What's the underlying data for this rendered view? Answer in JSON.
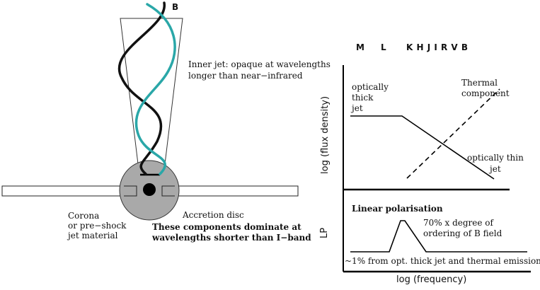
{
  "jet_label": "B",
  "inner_jet_line1": "Inner jet: opaque at wavelengths",
  "inner_jet_line2": "longer than near−infrared",
  "corona_line1": "Corona",
  "corona_line2": "or pre−shock",
  "corona_line3": "jet material",
  "accretion_disc": "Accretion disc",
  "dominate_line1": "These components dominate at",
  "dominate_line2": "wavelengths shorter than I−band",
  "bands": [
    "M",
    "L",
    "K H J I R V B"
  ],
  "optically_thick_line1": "optically",
  "optically_thick_line2": "thick",
  "optically_thick_line3": "jet",
  "thermal_line1": "Thermal",
  "thermal_line2": "component",
  "optically_thin_line1": "optically thin",
  "optically_thin_line2": "jet",
  "y_axis_flux": "log (flux density)",
  "y_axis_lp": "LP",
  "x_axis": "log (frequency)",
  "lp_title": "Linear polarisation",
  "lp_peak_line1": "70% x degree of",
  "lp_peak_line2": "ordering of B field",
  "lp_base": "~1% from opt. thick jet and thermal emission",
  "colors": {
    "jet_helix": "#2aa7a8",
    "ink": "#111111",
    "disc_fill": "#a9a9a9"
  }
}
